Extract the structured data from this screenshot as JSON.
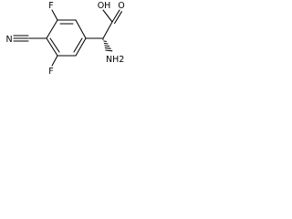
{
  "molecule": {
    "atoms": {
      "fluorine_top": "F",
      "fluorine_bottom": "F",
      "nitrile_nitrogen": "N",
      "hydroxyl": "OH",
      "carbonyl_oxygen": "O",
      "amino_group": "NH2"
    }
  }
}
